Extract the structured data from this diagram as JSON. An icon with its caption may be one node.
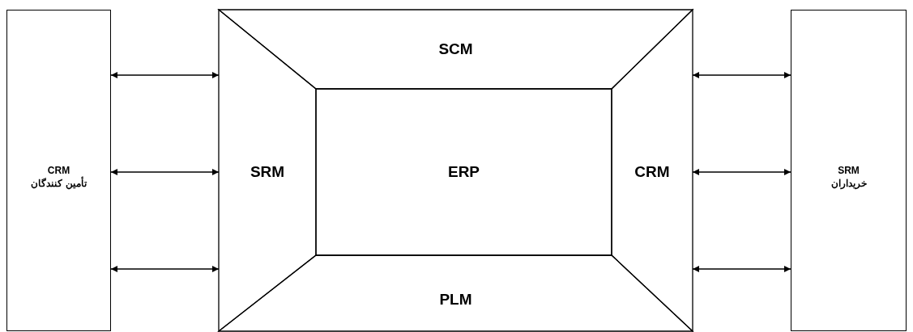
{
  "diagram": {
    "nodes": [
      {
        "text": [
          "CRM",
          "تأمین کنندگان"
        ]
      },
      {
        "text": [
          "SCM"
        ]
      },
      {
        "text": [
          "SRM"
        ]
      },
      {
        "text": [
          "ERP"
        ]
      },
      {
        "text": [
          "CRM"
        ]
      },
      {
        "text": [
          "PLM"
        ]
      },
      {
        "text": [
          "SRM",
          "خریداران"
        ]
      }
    ],
    "edges": [
      {
        "from": 0,
        "to": 2,
        "arrow": "both"
      },
      {
        "from": 0,
        "to": 2,
        "arrow": "both"
      },
      {
        "from": 0,
        "to": 2,
        "arrow": "both"
      },
      {
        "from": 4,
        "to": 6,
        "arrow": "both"
      },
      {
        "from": 4,
        "to": 6,
        "arrow": "both"
      },
      {
        "from": 4,
        "to": 6,
        "arrow": "both"
      }
    ]
  }
}
